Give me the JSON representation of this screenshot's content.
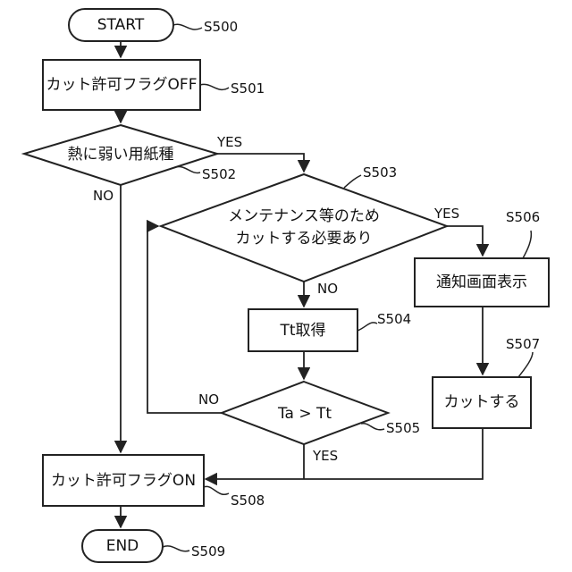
{
  "nodes": {
    "start": {
      "label": "START",
      "step": "S500"
    },
    "cut_flag_off": {
      "label": "カット許可フラグOFF",
      "step": "S501"
    },
    "heat_sensitive_paper": {
      "label": "熱に弱い用紙種",
      "step": "S502"
    },
    "cut_needed": {
      "label_line1": "メンテナンス等のため",
      "label_line2": "カットする必要あり",
      "step": "S503"
    },
    "acquire_tt": {
      "label": "Tt取得",
      "step": "S504"
    },
    "compare_ta_tt": {
      "label": "Ta > Tt",
      "step": "S505"
    },
    "notify_screen": {
      "label": "通知画面表示",
      "step": "S506"
    },
    "cut": {
      "label": "カットする",
      "step": "S507"
    },
    "cut_flag_on": {
      "label": "カット許可フラグON",
      "step": "S508"
    },
    "end": {
      "label": "END",
      "step": "S509"
    }
  },
  "edges": {
    "s502_yes": "YES",
    "s502_no": "NO",
    "s503_yes": "YES",
    "s503_no": "NO",
    "s505_no": "NO",
    "s505_yes": "YES"
  }
}
